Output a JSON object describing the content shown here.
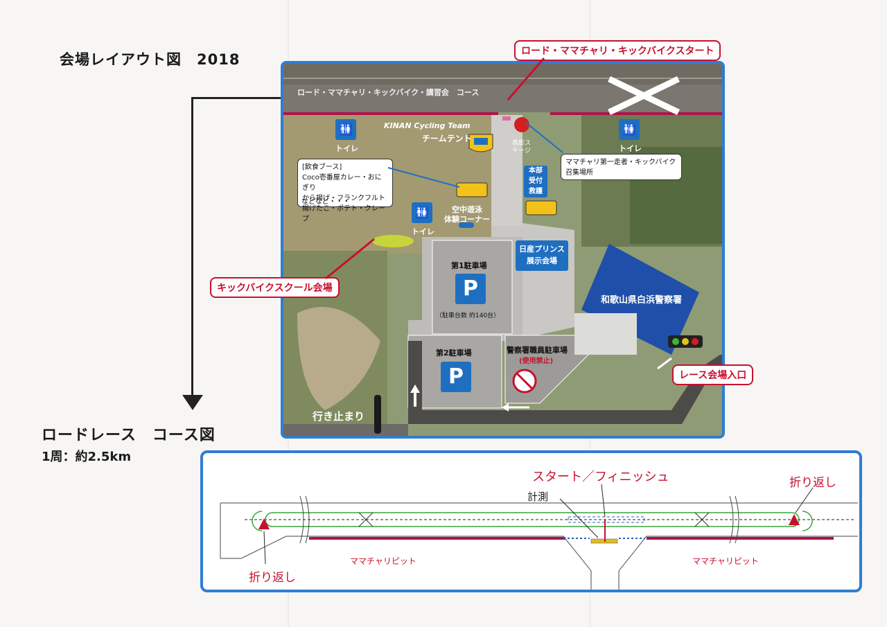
{
  "page": {
    "title": "会場レイアウト図　2018",
    "course_title": "ロードレース　コース図",
    "course_subtitle": "1周：約2.5km"
  },
  "map": {
    "course_road_label": "ロード・ママチャリ・キックバイク・講習会　コース",
    "start_callout": "ロード・ママチャリ・キックバイクスタート",
    "team_tent_name": "KINAN Cycling Team",
    "team_tent_label": "チームテント",
    "toilet_label": "トイレ",
    "food_booth_lines": [
      "[飲食ブース]",
      "Coco壱番屋カレー・おにぎり",
      "から揚げ・フランクフルト",
      "揚げたこ・ポテト・クレープ",
      "などなど・・・"
    ],
    "stage_label": "表彰ステージ",
    "mamachari_note_lines": [
      "ママチャリ第一走者・キックバイク",
      "召集場所"
    ],
    "headquarters_label": "本部\n受付\n救護",
    "aerial_corner_label": "空中遊泳\n体験コーナー",
    "nissan_label": "日産プリンス\n展示会場",
    "kickbike_school_callout": "キックバイクスクール会場",
    "parking1_title": "第1駐車場",
    "parking1_capacity": "（駐車台数 約140台）",
    "parking2_title": "第2駐車場",
    "staff_parking_title": "警察署職員駐車場",
    "staff_parking_note": "(使用禁止)",
    "police_label": "和歌山県白浜警察署",
    "entrance_callout": "レース会場入口",
    "dead_end_label": "行き止まり",
    "parking_symbol": "P"
  },
  "course": {
    "start_finish": "スタート／フィニッシュ",
    "timing": "計測",
    "turnaround_right": "折り返し",
    "turnaround_left": "折り返し",
    "pit_left": "ママチャリピット",
    "pit_right": "ママチャリピット"
  },
  "colors": {
    "frame_blue": "#2f7dd1",
    "callout_red": "#c8102e",
    "box_blue": "#1f6fc1",
    "pit_magenta": "#b0124a",
    "loop_green": "#3aa33a"
  }
}
